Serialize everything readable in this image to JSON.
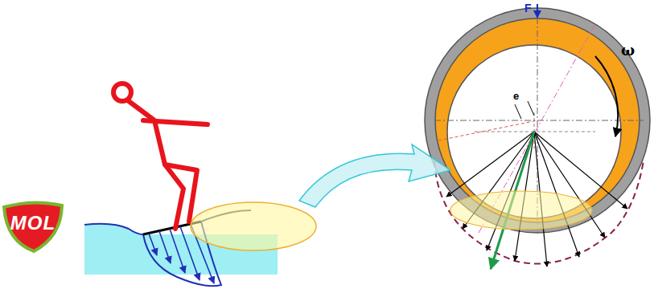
{
  "diagram": {
    "nodes": [
      {
        "text": [
          "MOL"
        ]
      }
    ],
    "labels": [
      "F",
      "ω",
      "e"
    ]
  }
}
